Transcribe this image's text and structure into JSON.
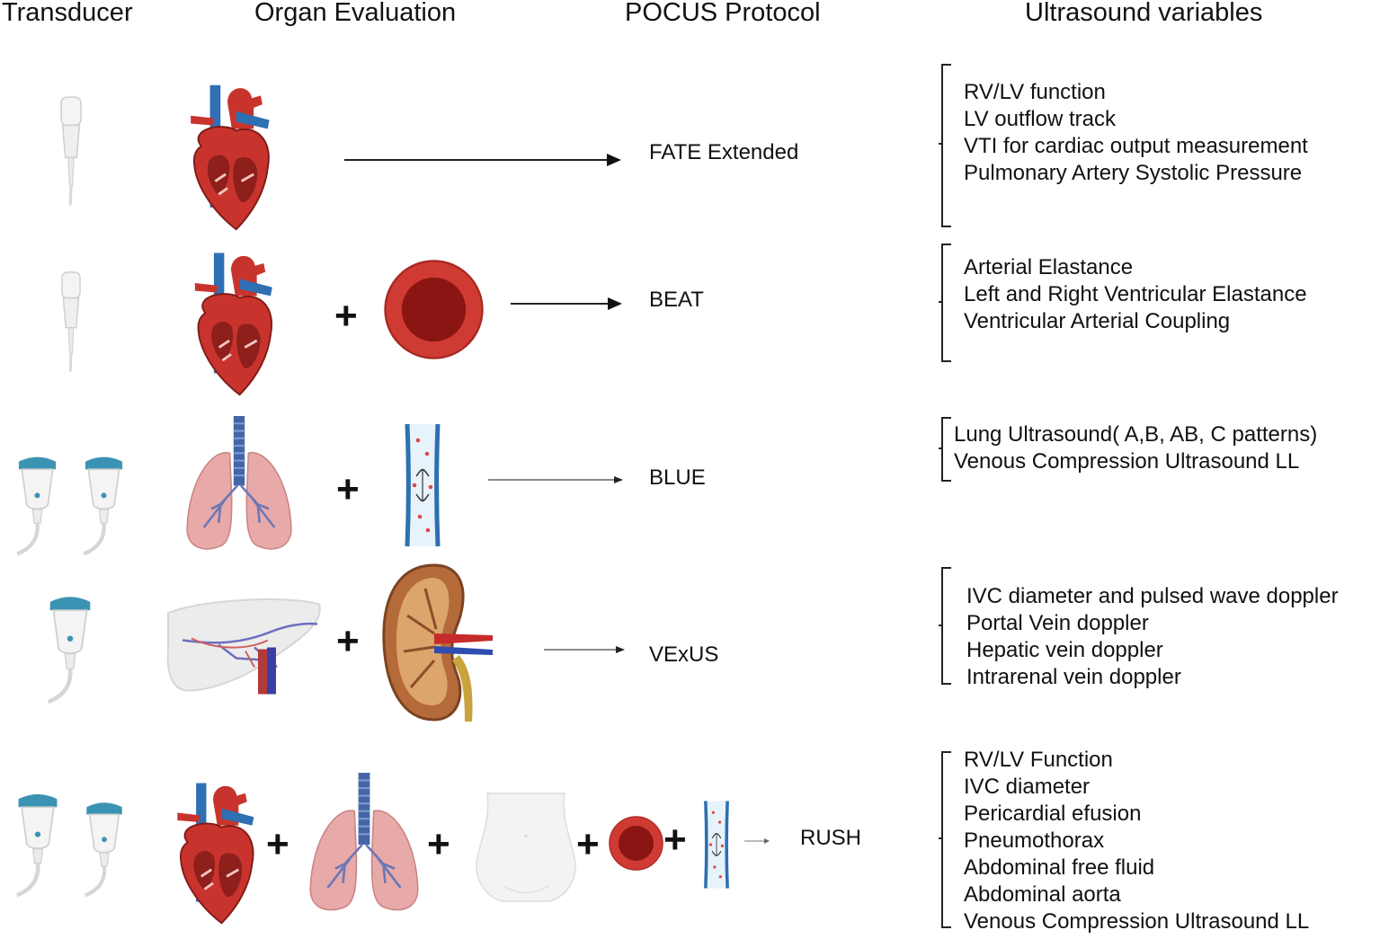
{
  "headers": {
    "transducer": "Transducer",
    "organ_evaluation": "Organ Evaluation",
    "pocus_protocol": "POCUS Protocol",
    "ultrasound_variables": "Ultrasound variables"
  },
  "rows": [
    {
      "protocol": "FATE Extended",
      "variables": [
        "RV/LV function",
        "LV outflow track",
        "VTI for cardiac output measurement",
        "Pulmonary Artery Systolic Pressure"
      ]
    },
    {
      "protocol": "BEAT",
      "variables": [
        "Arterial Elastance",
        "Left and Right Ventricular Elastance",
        "Ventricular Arterial Coupling"
      ]
    },
    {
      "protocol": "BLUE",
      "variables": [
        "Lung Ultrasound( A,B, AB, C patterns)",
        "Venous Compression Ultrasound LL"
      ]
    },
    {
      "protocol": "VExUS",
      "variables": [
        "IVC diameter and pulsed wave doppler",
        "Portal Vein doppler",
        "Hepatic vein doppler",
        "Intrarenal vein doppler"
      ]
    },
    {
      "protocol": "RUSH",
      "variables": [
        "RV/LV Function",
        "IVC diameter",
        "Pericardial efusion",
        "Pneumothorax",
        "Abdominal free fluid",
        "Abdominal aorta",
        "Venous Compression Ultrasound LL"
      ]
    }
  ],
  "plus_sign": "+",
  "icons": [
    "linear-transducer-icon",
    "convex-transducer-icon",
    "heart-icon",
    "vessel-cross-section-icon",
    "lungs-icon",
    "vein-compression-icon",
    "liver-icon",
    "kidney-icon",
    "abdomen-icon"
  ],
  "colors": {
    "heart_red": "#c8342d",
    "artery_blue": "#2f6fb3",
    "lung_pink": "#e8a9a9",
    "vessel_red": "#b81c1c",
    "probe_teal": "#3b93b3"
  }
}
